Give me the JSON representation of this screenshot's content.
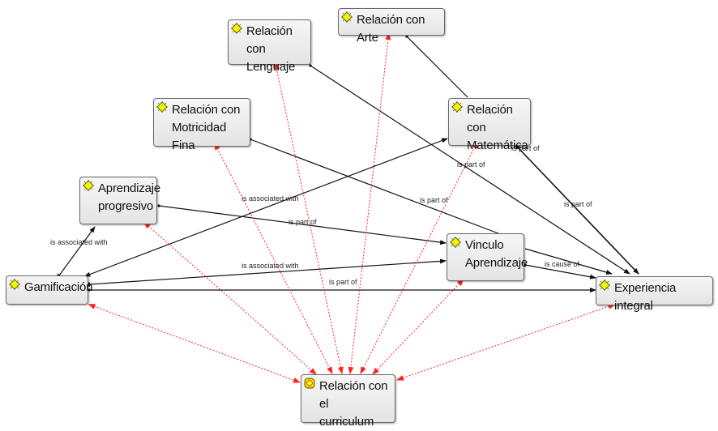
{
  "nodes": {
    "lenguaje": {
      "label": "Relación con\nLenguaje",
      "icon": "concept-icon"
    },
    "arte": {
      "label": "Relación con Arte",
      "icon": "concept-icon"
    },
    "motricidad": {
      "label": "Relación con\nMotricidad Fina",
      "icon": "concept-icon"
    },
    "matematica": {
      "label": "Relación con\nMatemática",
      "icon": "concept-icon"
    },
    "aprendizaje_progresivo": {
      "label": "Aprendizaje\nprogresivo",
      "icon": "concept-icon"
    },
    "vinculo": {
      "label": "Vinculo\nAprendizaje",
      "icon": "concept-icon"
    },
    "gamificacion": {
      "label": "Gamificación",
      "icon": "concept-icon"
    },
    "experiencia": {
      "label": "Experiencia integral",
      "icon": "concept-icon"
    },
    "curriculum": {
      "label": "Relación con el\ncurriculum",
      "icon": "core-concept-icon"
    }
  },
  "edge_labels": {
    "gam_apr": "is associated with",
    "gam_mat": "is associated with",
    "apr_vin": "is part of",
    "gam_vin": "is associated with",
    "gam_exp": "is part of",
    "vin_exp": "is cause of",
    "len_exp": "is part of",
    "mot_exp": "is part of",
    "mat_exp_a": "is part of",
    "mat_exp_b": "is part of"
  },
  "colors": {
    "relation_line": "#111111",
    "curriculum_link": "#ff2020",
    "node_fill": "#ececec",
    "icon_yellow": "#f5f500"
  }
}
